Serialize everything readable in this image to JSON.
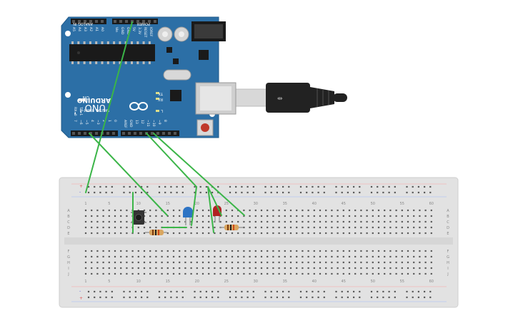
{
  "colors": {
    "board_blue": "#2c6fa6",
    "board_dark": "#1f5a8a",
    "breadboard": "#e2e2e2",
    "wire_green": "#3bb548",
    "led_blue": "#2d74c4",
    "led_red": "#b22222",
    "usb_black": "#222222",
    "resistor_body": "#d9a660"
  },
  "arduino": {
    "brand": "ARDUINO",
    "model": "UNO",
    "on_label": "ON",
    "tx_label": "TX",
    "rx_label": "RX",
    "l_label": "L",
    "analog_header_label": "ANALOG IN",
    "analog_pins": [
      "A0",
      "A1",
      "A2",
      "A3",
      "A4",
      "A5"
    ],
    "power_header_label": "POWER",
    "power_pins": [
      "Vin",
      "GND",
      "GND",
      "5V",
      "3.3V",
      "RESET",
      "IOREF"
    ],
    "digital_header_label": "DIGITAL (PWM~)",
    "digital_pins_low": [
      "0",
      "1",
      "2",
      "~3",
      "4",
      "~5",
      "~6",
      "7"
    ],
    "digital_pins_high": [
      "8",
      "~9",
      "~10",
      "~11",
      "12",
      "13",
      "GND",
      "AREF"
    ],
    "rx_tx_pin_labels": [
      "RX◄0",
      "TX►1"
    ]
  },
  "breadboard": {
    "column_numbers": [
      "1",
      "5",
      "10",
      "15",
      "20",
      "25",
      "30",
      "35",
      "40",
      "45",
      "50",
      "55",
      "60"
    ],
    "row_letters_top": [
      "A",
      "B",
      "C",
      "D",
      "E"
    ],
    "row_letters_bottom": [
      "F",
      "G",
      "H",
      "I",
      "J"
    ],
    "rail_plus": "+",
    "rail_minus": "-"
  },
  "components": {
    "button": "pushbutton",
    "led_1": "blue LED",
    "led_2": "red LED",
    "resistor_1": "resistor",
    "resistor_2": "resistor"
  }
}
